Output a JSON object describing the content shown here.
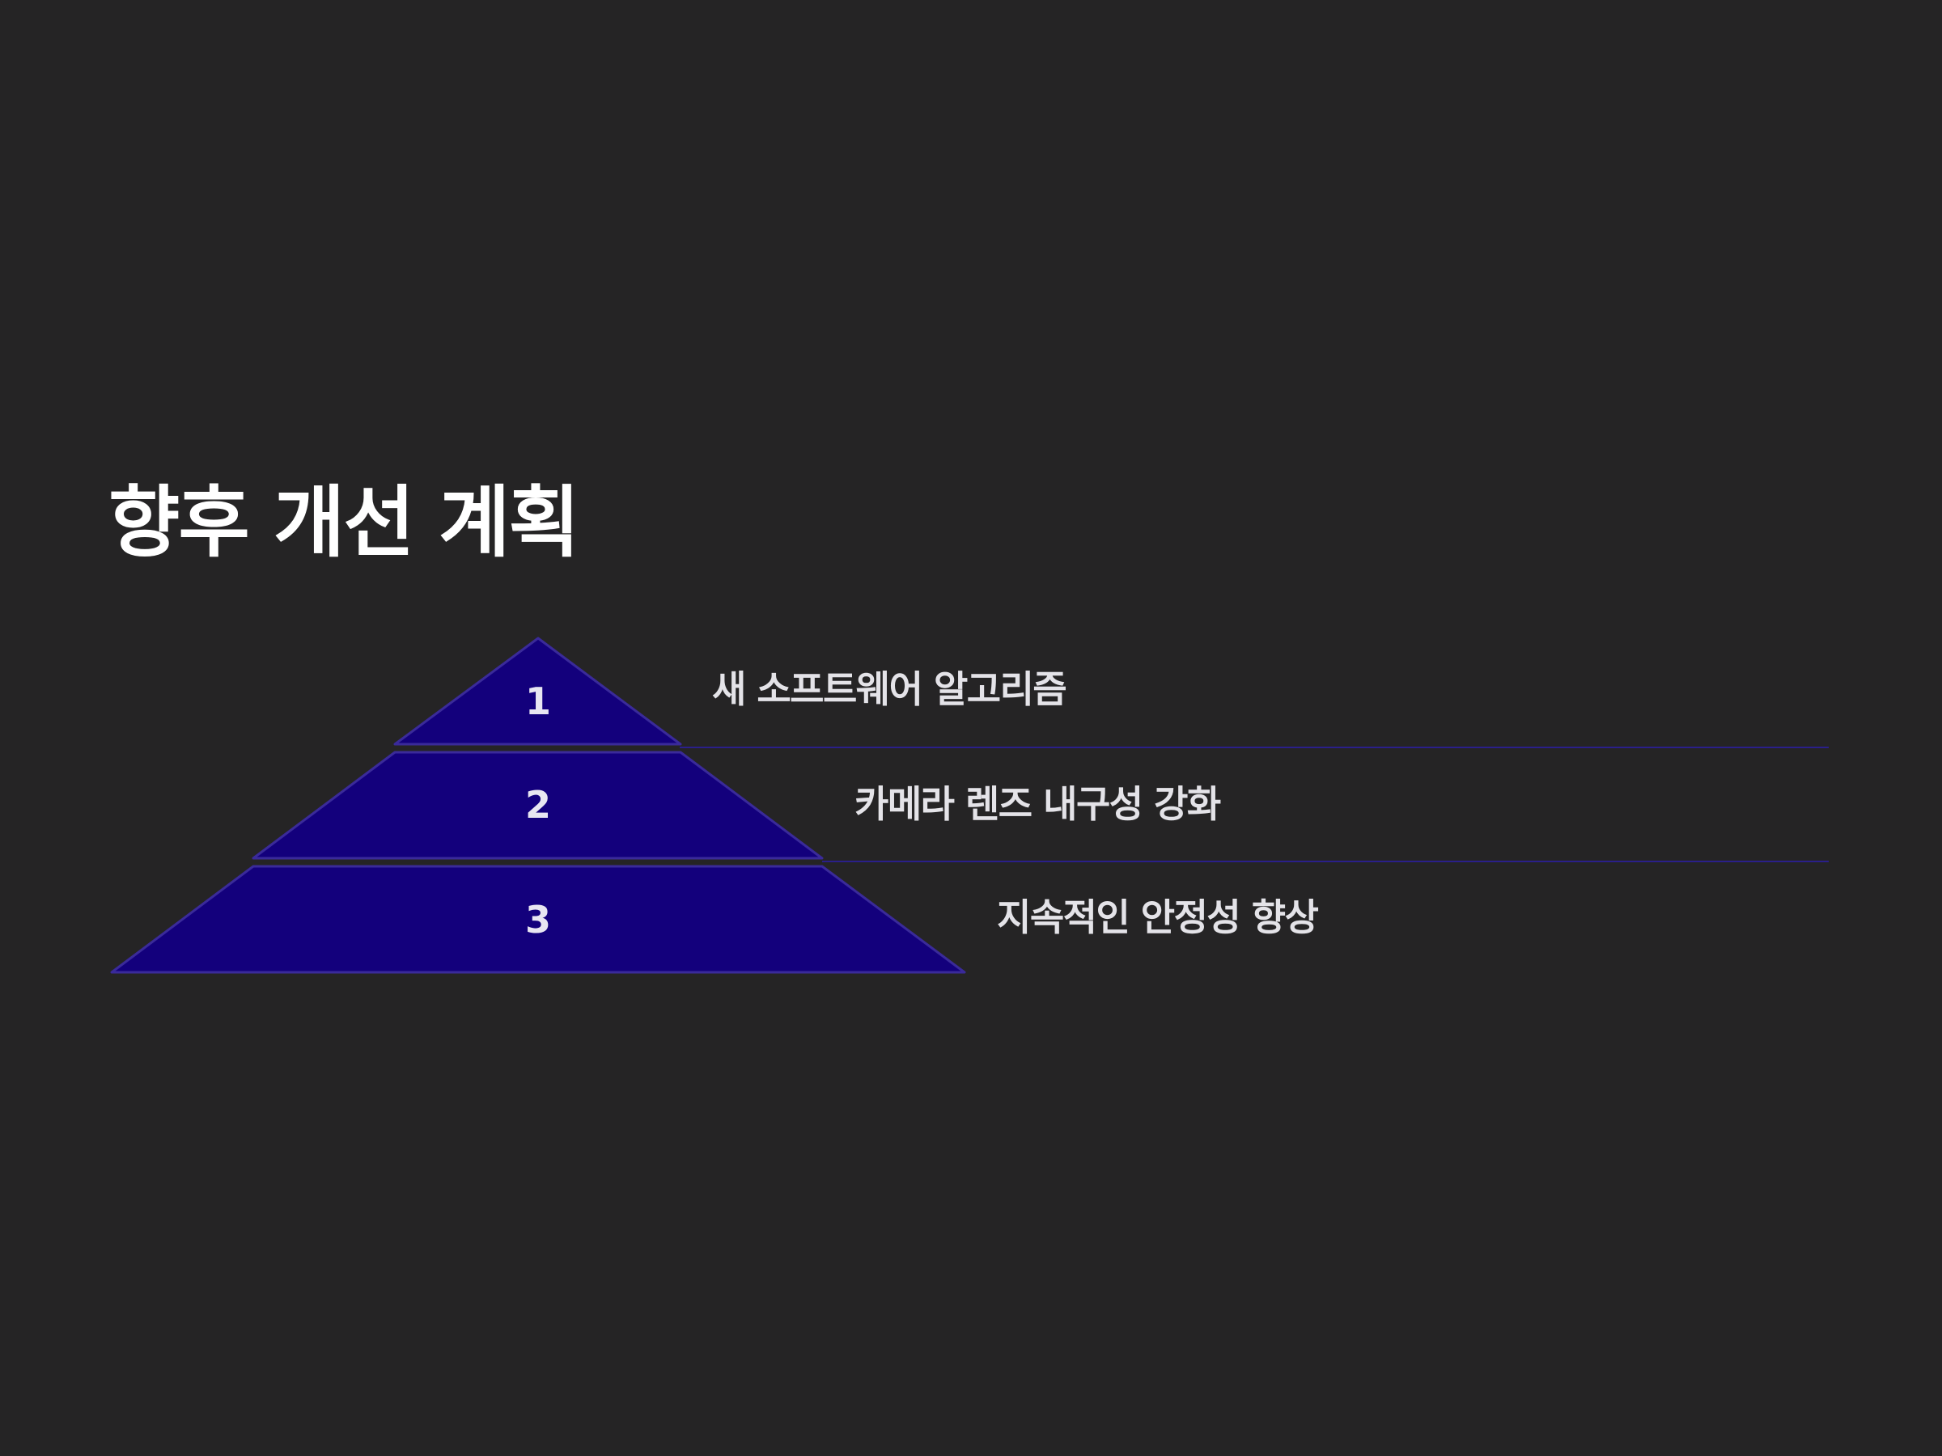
{
  "slide": {
    "title": "향후 개선 계획"
  },
  "pyramid": {
    "levels": [
      {
        "number": "1",
        "label": "새 소프트웨어 알고리즘"
      },
      {
        "number": "2",
        "label": "카메라 렌즈 내구성 강화"
      },
      {
        "number": "3",
        "label": "지속적인 안정성 향상"
      }
    ]
  },
  "colors": {
    "background": "#252425",
    "tier_fill": "#13007c",
    "tier_stroke": "#3a2a9a",
    "divider": "#2a1f8a",
    "title_text": "#ffffff",
    "label_text": "#e4e3e8"
  }
}
